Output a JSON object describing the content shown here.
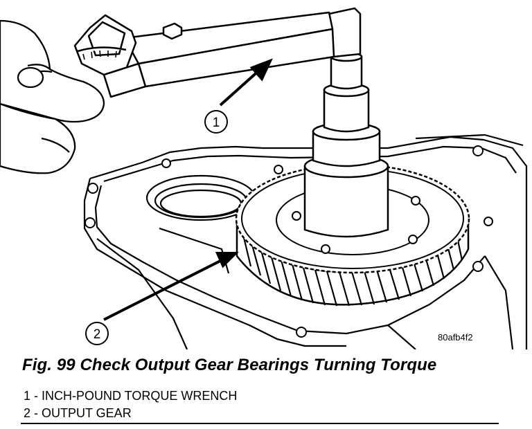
{
  "figure": {
    "image_id": "80afb4f2",
    "callouts": [
      {
        "number": "1"
      },
      {
        "number": "2"
      }
    ]
  },
  "caption": "Fig. 99 Check Output Gear Bearings Turning Torque",
  "legend": [
    {
      "text": "1 - INCH-POUND TORQUE WRENCH"
    },
    {
      "text": "2 - OUTPUT GEAR"
    }
  ]
}
